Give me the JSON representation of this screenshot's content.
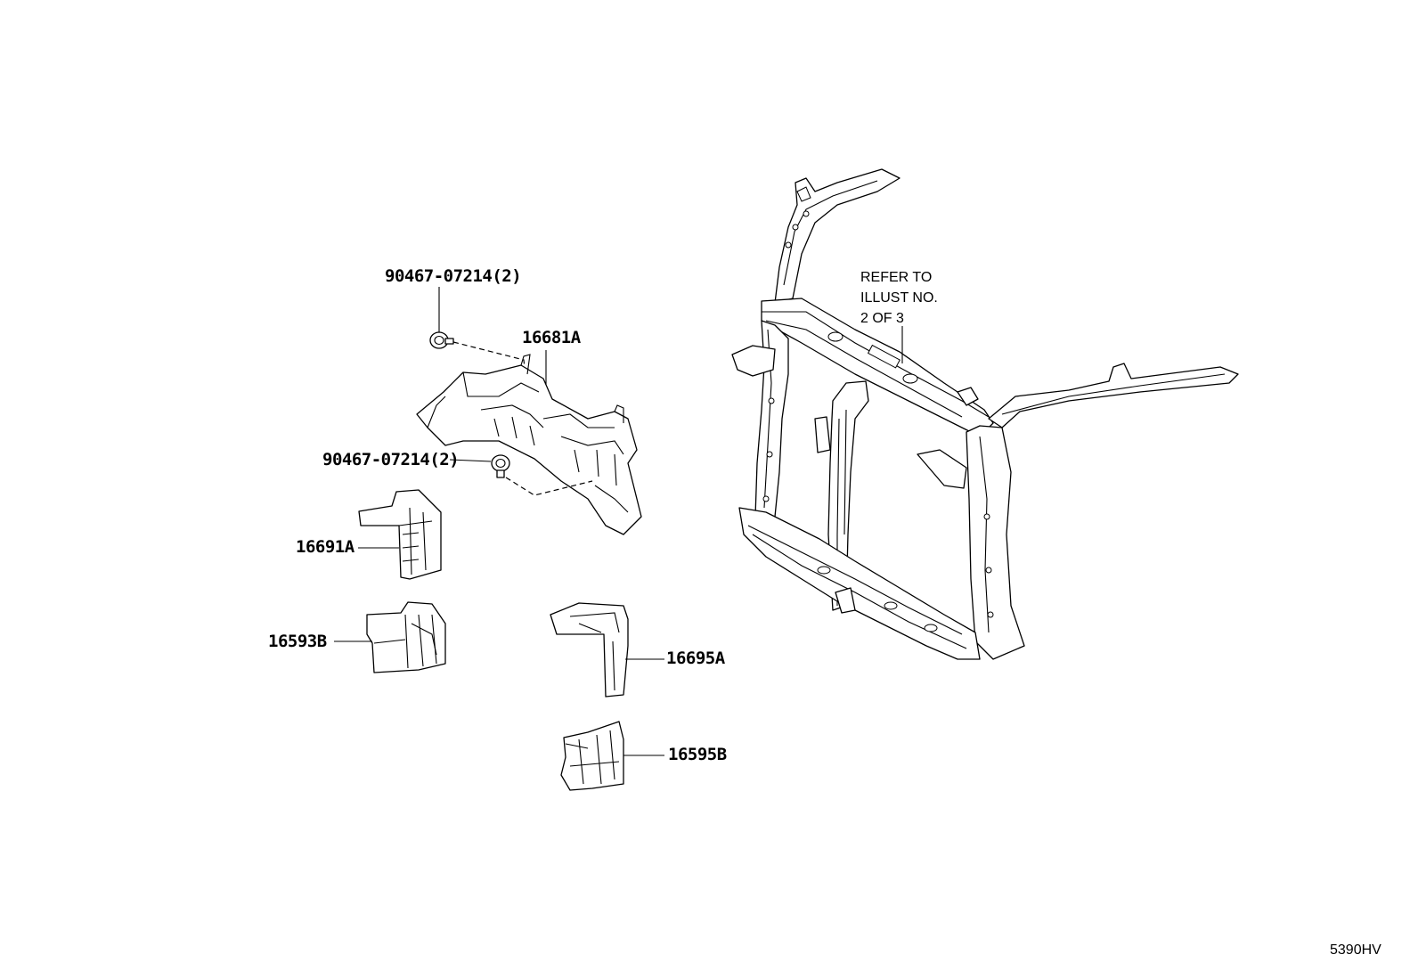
{
  "callouts": [
    {
      "id": "bolt-top",
      "label": "90467-07214(2)"
    },
    {
      "id": "bracket-16681a",
      "label": "16681A"
    },
    {
      "id": "bolt-mid",
      "label": "90467-07214(2)"
    },
    {
      "id": "seal-16691a",
      "label": "16691A"
    },
    {
      "id": "seal-16593b",
      "label": "16593B"
    },
    {
      "id": "seal-16695a",
      "label": "16695A"
    },
    {
      "id": "seal-16595b",
      "label": "16595B"
    }
  ],
  "note": {
    "line1": "REFER TO",
    "line2": "ILLUST NO.",
    "line3": "2 OF 3"
  },
  "figure_id": "5390HV"
}
